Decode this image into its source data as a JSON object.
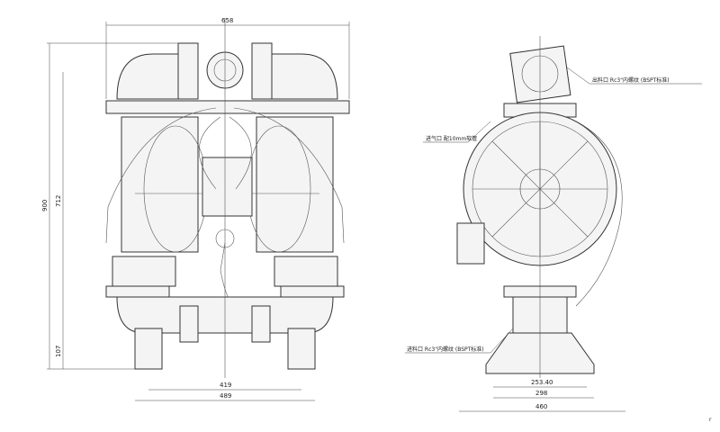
{
  "dimensions": {
    "overall_width": "658",
    "overall_height": "900",
    "inlet_height_upper": "712",
    "outlet_height": "107",
    "port_spacing": "419",
    "base_width": "489",
    "side_port_offset": "253.40",
    "side_base_inner": "298",
    "side_base_width": "460"
  },
  "callouts": {
    "outlet": "出料口 Rc3\"内螺纹 (BSPT标准)",
    "air_inlet": "进气口 配10mm软管",
    "inlet": "进料口 Rc3\"内螺纹 (BSPT标准)"
  },
  "corner_mark": "r"
}
